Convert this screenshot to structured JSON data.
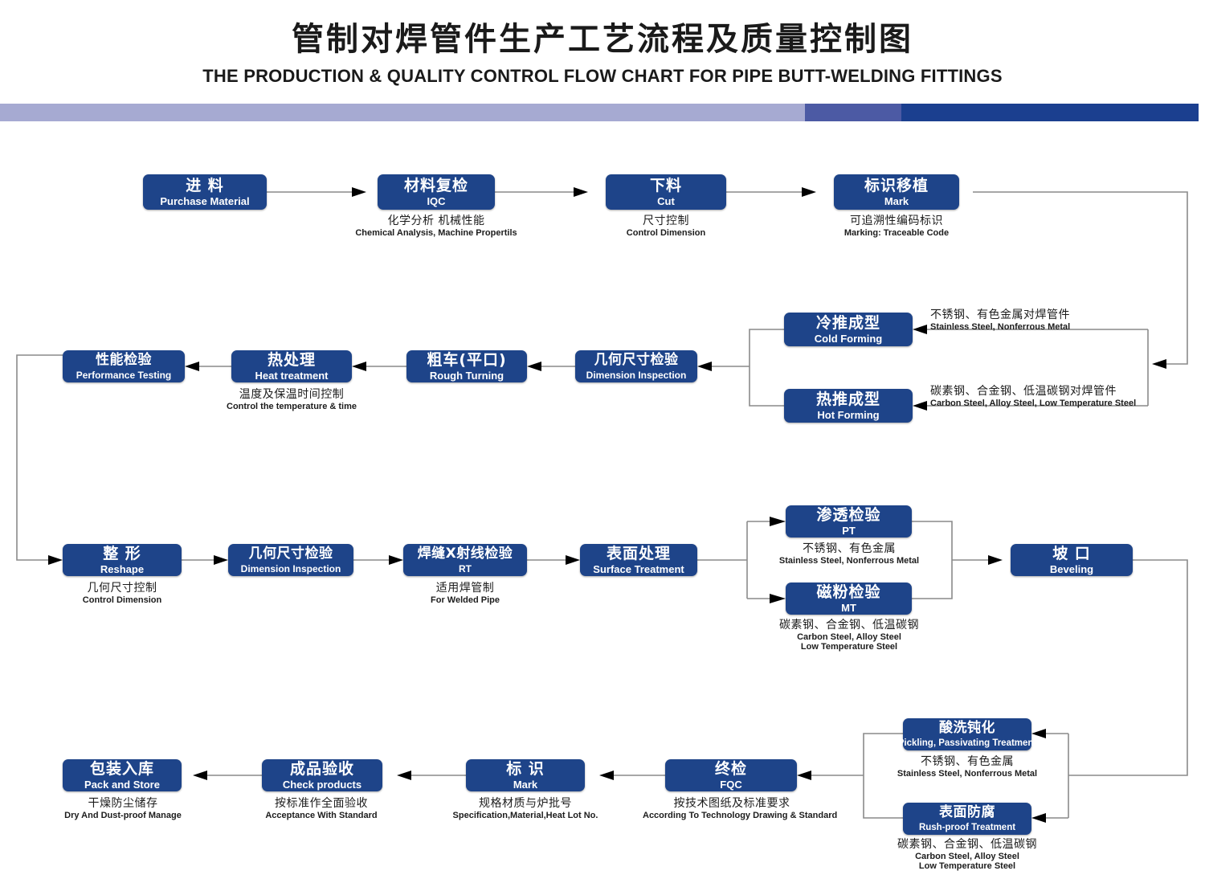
{
  "header": {
    "title_cn": "管制对焊管件生产工艺流程及质量控制图",
    "title_en": "THE PRODUCTION & QUALITY CONTROL FLOW CHART FOR PIPE BUTT-WELDING FITTINGS",
    "bar_colors": [
      "#a6aad2",
      "#4c5aa4",
      "#1b3f8f"
    ]
  },
  "theme": {
    "box_fill": "#1e4489",
    "box_text": "#ffffff",
    "connector": "#8a8a8a",
    "arrow": "#000000",
    "background": "#ffffff"
  },
  "chart_data": {
    "type": "flowchart",
    "title": "管制对焊管件生产工艺流程及质量控制图",
    "nodes": [
      {
        "id": "purchase",
        "cn": "进  料",
        "en": "Purchase Material"
      },
      {
        "id": "iqc",
        "cn": "材料复检",
        "en": "IQC"
      },
      {
        "id": "cut",
        "cn": "下料",
        "en": "Cut"
      },
      {
        "id": "mark1",
        "cn": "标识移植",
        "en": "Mark"
      },
      {
        "id": "cold",
        "cn": "冷推成型",
        "en": "Cold Forming"
      },
      {
        "id": "hot",
        "cn": "热推成型",
        "en": "Hot Forming"
      },
      {
        "id": "dim1",
        "cn": "几何尺寸检验",
        "en": "Dimension Inspection"
      },
      {
        "id": "rough",
        "cn": "粗车(平口)",
        "en": "Rough Turning"
      },
      {
        "id": "heat",
        "cn": "热处理",
        "en": "Heat treatment"
      },
      {
        "id": "perf",
        "cn": "性能检验",
        "en": "Performance Testing"
      },
      {
        "id": "reshape",
        "cn": "整  形",
        "en": "Reshape"
      },
      {
        "id": "dim2",
        "cn": "几何尺寸检验",
        "en": "Dimension Inspection"
      },
      {
        "id": "rt",
        "cn": "焊缝X射线检验",
        "en": "RT"
      },
      {
        "id": "surface",
        "cn": "表面处理",
        "en": "Surface  Treatment"
      },
      {
        "id": "pt",
        "cn": "渗透检验",
        "en": "PT"
      },
      {
        "id": "mt",
        "cn": "磁粉检验",
        "en": "MT"
      },
      {
        "id": "bevel",
        "cn": "坡   口",
        "en": "Beveling"
      },
      {
        "id": "pickling",
        "cn": "酸洗钝化",
        "en": "Pickling, Passivating  Treatment"
      },
      {
        "id": "rustproof",
        "cn": "表面防腐",
        "en": "Rush-proof Treatment"
      },
      {
        "id": "fqc",
        "cn": "终检",
        "en": "FQC"
      },
      {
        "id": "mark2",
        "cn": "标  识",
        "en": "Mark"
      },
      {
        "id": "check",
        "cn": "成品验收",
        "en": "Check products"
      },
      {
        "id": "pack",
        "cn": "包装入库",
        "en": "Pack and Store"
      }
    ],
    "captions": [
      {
        "for": "iqc",
        "cn": "化学分析 机械性能",
        "en": "Chemical Analysis, Machine Propertils"
      },
      {
        "for": "cut",
        "cn": "尺寸控制",
        "en": "Control Dimension"
      },
      {
        "for": "mark1",
        "cn": "可追溯性编码标识",
        "en": "Marking: Traceable  Code"
      },
      {
        "for": "cold",
        "cn": "不锈钢、有色金属对焊管件",
        "en": "Stainless Steel, Nonferrous Metal"
      },
      {
        "for": "hot",
        "cn": "碳素钢、合金钢、低温碳钢对焊管件",
        "en": "Carbon Steel, Alloy Steel, Low Temperature Steel"
      },
      {
        "for": "heat",
        "cn": "温度及保温时间控制",
        "en": "Control the  temperature  &  time"
      },
      {
        "for": "reshape",
        "cn": "几何尺寸控制",
        "en": "Control Dimension"
      },
      {
        "for": "rt",
        "cn": "适用焊管制",
        "en": "For  Welded  Pipe"
      },
      {
        "for": "pt",
        "cn": "不锈钢、有色金属",
        "en": "Stainless Steel, Nonferrous Metal"
      },
      {
        "for": "mt",
        "cn": "碳素钢、合金钢、低温碳钢",
        "en": "Carbon Steel, Alloy Steel\nLow Temperature Steel"
      },
      {
        "for": "pickling",
        "cn": "不锈钢、有色金属",
        "en": "Stainless Steel, Nonferrous Metal"
      },
      {
        "for": "rustproof",
        "cn": "碳素钢、合金钢、低温碳钢",
        "en": "Carbon Steel, Alloy Steel\nLow Temperature Steel"
      },
      {
        "for": "fqc",
        "cn": "按技术图纸及标准要求",
        "en": "According To Technology Drawing & Standard"
      },
      {
        "for": "mark2",
        "cn": "规格材质与炉批号",
        "en": "Specification,Material,Heat Lot No."
      },
      {
        "for": "check",
        "cn": "按标准作全面验收",
        "en": "Acceptance  With  Standard"
      },
      {
        "for": "pack",
        "cn": "干燥防尘储存",
        "en": "Dry  And Dust-proof  Manage"
      }
    ],
    "edges": [
      {
        "from": "purchase",
        "to": "iqc"
      },
      {
        "from": "iqc",
        "to": "cut"
      },
      {
        "from": "cut",
        "to": "mark1"
      },
      {
        "from": "mark1",
        "to": "cold"
      },
      {
        "from": "mark1",
        "to": "hot"
      },
      {
        "from": "cold",
        "to": "dim1"
      },
      {
        "from": "hot",
        "to": "dim1"
      },
      {
        "from": "dim1",
        "to": "rough"
      },
      {
        "from": "rough",
        "to": "heat"
      },
      {
        "from": "heat",
        "to": "perf"
      },
      {
        "from": "perf",
        "to": "reshape"
      },
      {
        "from": "reshape",
        "to": "dim2"
      },
      {
        "from": "dim2",
        "to": "rt"
      },
      {
        "from": "rt",
        "to": "surface"
      },
      {
        "from": "surface",
        "to": "pt"
      },
      {
        "from": "surface",
        "to": "mt"
      },
      {
        "from": "pt",
        "to": "bevel"
      },
      {
        "from": "mt",
        "to": "bevel"
      },
      {
        "from": "bevel",
        "to": "pickling"
      },
      {
        "from": "bevel",
        "to": "rustproof"
      },
      {
        "from": "pickling",
        "to": "fqc"
      },
      {
        "from": "rustproof",
        "to": "fqc"
      },
      {
        "from": "fqc",
        "to": "mark2"
      },
      {
        "from": "mark2",
        "to": "check"
      },
      {
        "from": "check",
        "to": "pack"
      }
    ]
  }
}
